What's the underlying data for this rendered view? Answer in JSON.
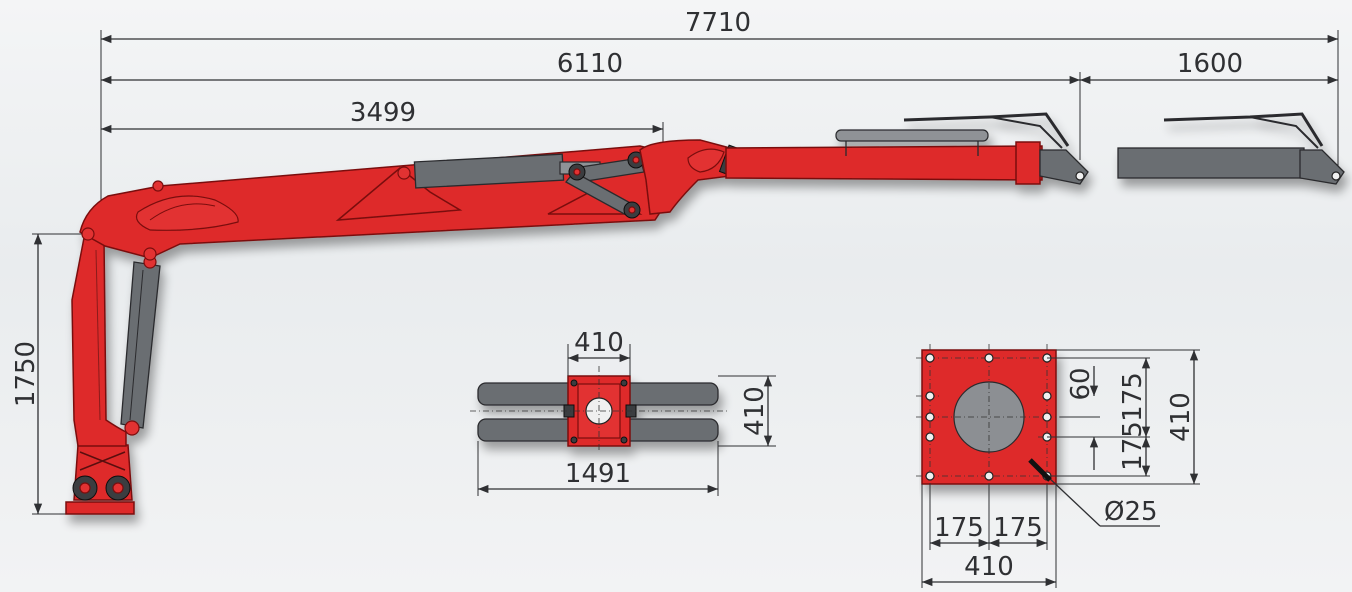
{
  "dimensions": {
    "total_length": "7710",
    "main_length": "6110",
    "extension_length": "1600",
    "inner_boom_length": "3499",
    "column_height": "1750"
  },
  "base_plan": {
    "top_width": "410",
    "side_height": "410",
    "total_width": "1491"
  },
  "base_plate": {
    "offset_a": "175",
    "offset_b": "175",
    "bottom_width": "410",
    "hole_offset": "60",
    "right_upper": "175",
    "right_lower": "175",
    "right_total": "410",
    "bolt_diameter": "Ø25"
  },
  "colors": {
    "crane_red": "#de2a2a",
    "cylinder_grey": "#6b6e72",
    "line": "#2f3033"
  }
}
